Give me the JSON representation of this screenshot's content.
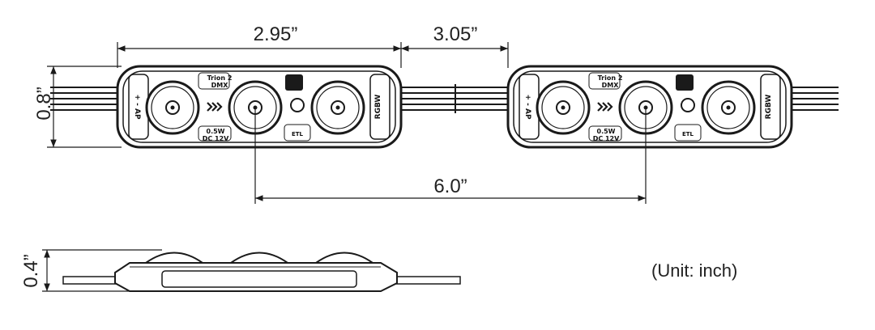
{
  "dimensions": {
    "module_length": "2.95”",
    "gap": "3.05”",
    "pitch": "6.0”",
    "module_height": "0.8”",
    "profile_height": "0.4”"
  },
  "unit_note": "(Unit: inch)",
  "module_labels": {
    "brand": "Trion 2",
    "protocol": "DMX",
    "power": "0.5W",
    "voltage": "DC 12V",
    "side_polarity": "+ - AP",
    "side_color": "RGBW",
    "cert": "ETL"
  },
  "colors": {
    "line": "#1a1a1a",
    "body_fill": "#ffffff",
    "lens_fill": "#ffffff"
  }
}
